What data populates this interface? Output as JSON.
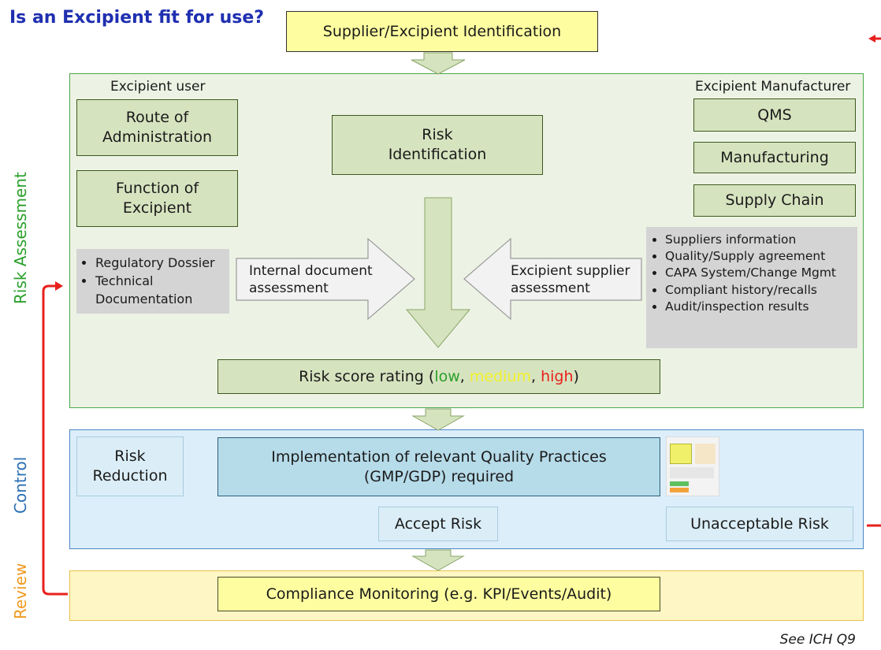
{
  "title": "Is an Excipient fit for use?",
  "top_box": "Supplier/Excipient Identification",
  "phases": {
    "assessment": "Risk Assessment",
    "control": "Control",
    "review": "Review"
  },
  "assessment": {
    "user_heading": "Excipient user",
    "route": [
      "Route of",
      "Administration"
    ],
    "function": [
      "Function of",
      "Excipient"
    ],
    "risk_id": [
      "Risk",
      "Identification"
    ],
    "manufacturer_heading": "Excipient Manufacturer",
    "qms": "QMS",
    "manufacturing": "Manufacturing",
    "supply_chain": "Supply Chain",
    "internal_docs": [
      "Regulatory Dossier",
      "Technical Documentation"
    ],
    "internal_arrow": [
      "Internal document",
      "assessment"
    ],
    "supplier_arrow": [
      "Excipient supplier",
      "assessment"
    ],
    "supplier_docs": [
      "Suppliers information",
      "Quality/Supply agreement",
      "CAPA System/Change Mgmt",
      "Compliant history/recalls",
      "Audit/inspection results"
    ],
    "score": {
      "prefix": "Risk score rating (",
      "low": "low",
      "sep1": ", ",
      "medium": "medium",
      "sep2": ", ",
      "high": "high",
      "suffix": ")"
    }
  },
  "control": {
    "reduction": [
      "Risk",
      "Reduction"
    ],
    "implementation": [
      "Implementation of relevant Quality Practices",
      "(GMP/GDP) required"
    ],
    "accept": "Accept Risk",
    "unacceptable": "Unacceptable Risk"
  },
  "review": {
    "monitoring": "Compliance Monitoring (e.g. KPI/Events/Audit)"
  },
  "footer": "See ICH Q9",
  "colors": {
    "title": "#1f2fb0",
    "assessment_bg": "#edf3e4",
    "assessment_border": "#4aa84a",
    "box_fill": "#d6e3bf",
    "control_bg": "#dceef9",
    "control_border": "#4a86c5",
    "review_bg": "#fef6c4",
    "review_border": "#e8c24a",
    "yellow_box": "#fefea0",
    "red": "#e8201c",
    "low": "#2aa02a",
    "medium": "#f2f22a",
    "high": "#e8201c",
    "phase_assessment": "#2aa02a",
    "phase_control": "#2a6fb5",
    "phase_review": "#f09a20"
  }
}
